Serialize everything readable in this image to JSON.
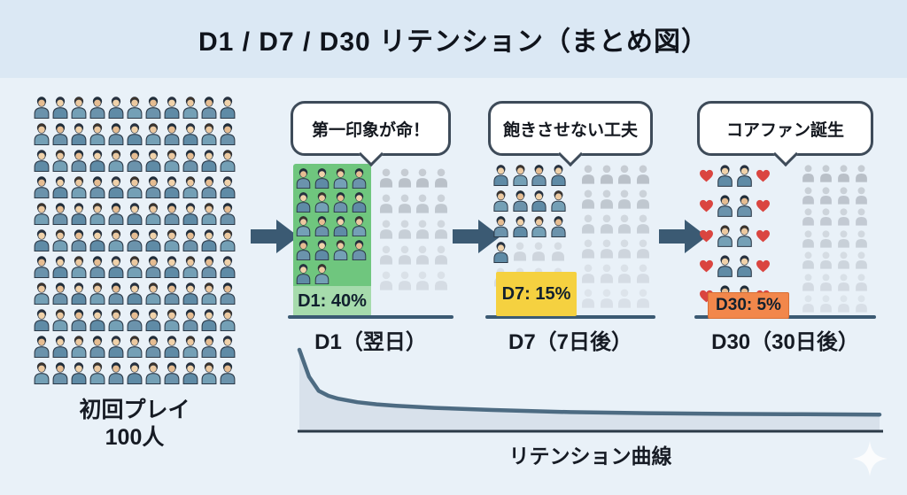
{
  "title": "D1 / D7 / D30 リテンション（まとめ図）",
  "initial_group": {
    "caption": [
      "初回プレイ",
      "100人"
    ],
    "count": 100,
    "grid": {
      "cols": 11,
      "rows": 11
    }
  },
  "stages": [
    {
      "key": "D1",
      "callout": "第一印象が命！",
      "badge_label": "D1: 40%",
      "axis_label": "D1（翌日）",
      "retained_percent": 40,
      "highlight_color": "#6fc67e",
      "badge_color": "#a6dbac",
      "retained_grid": {
        "cols": 4,
        "count": 18
      },
      "lost_grid": {
        "cols": 4,
        "rows": 5
      }
    },
    {
      "key": "D7",
      "callout": "飽きさせない工夫",
      "badge_label": "D7: 15%",
      "axis_label": "D7（7日後）",
      "retained_percent": 15,
      "badge_color": "#f5d140",
      "retained_grid": {
        "cols": 4,
        "rows": 5,
        "count": 13
      },
      "lost_grid": {
        "cols": 4,
        "rows": 6
      }
    },
    {
      "key": "D30",
      "callout": "コアファン誕生",
      "badge_label": "D30: 5%",
      "axis_label": "D30（30日後）",
      "retained_percent": 5,
      "badge_color": "#f2874b",
      "retained_rows": 5,
      "lost_grid": {
        "cols": 4,
        "rows": 7
      }
    }
  ],
  "curve": {
    "label": "リテンション曲線",
    "x_days": [
      0,
      0.5,
      1,
      1.5,
      2,
      3,
      4,
      5,
      7,
      10,
      14,
      18,
      22,
      26,
      30
    ],
    "retention_percent": [
      100,
      62,
      42,
      35,
      31,
      26,
      23,
      21,
      18,
      15,
      12,
      10.5,
      9.5,
      9,
      8.5
    ]
  },
  "colors": {
    "page_bg": "#e9f1f8",
    "header_bg": "#dbe8f4",
    "arrow": "#3b5a73",
    "axis": "#3b5a73",
    "callout_border": "#3e4b59",
    "d1_box": "#6fc67e",
    "d1_badge": "#a6dbac",
    "d7_badge": "#f5d140",
    "d30_badge": "#f2874b",
    "heart": "#da4540",
    "curve_stroke": "#4d6b82",
    "curve_fill": "#d8e1eb",
    "curve_baseline": "#2c3a47",
    "person_body": "#6b93ac",
    "person_hair": "#273140",
    "person_face": "#ecc9a0",
    "lost_person": "#b5bcc5"
  }
}
